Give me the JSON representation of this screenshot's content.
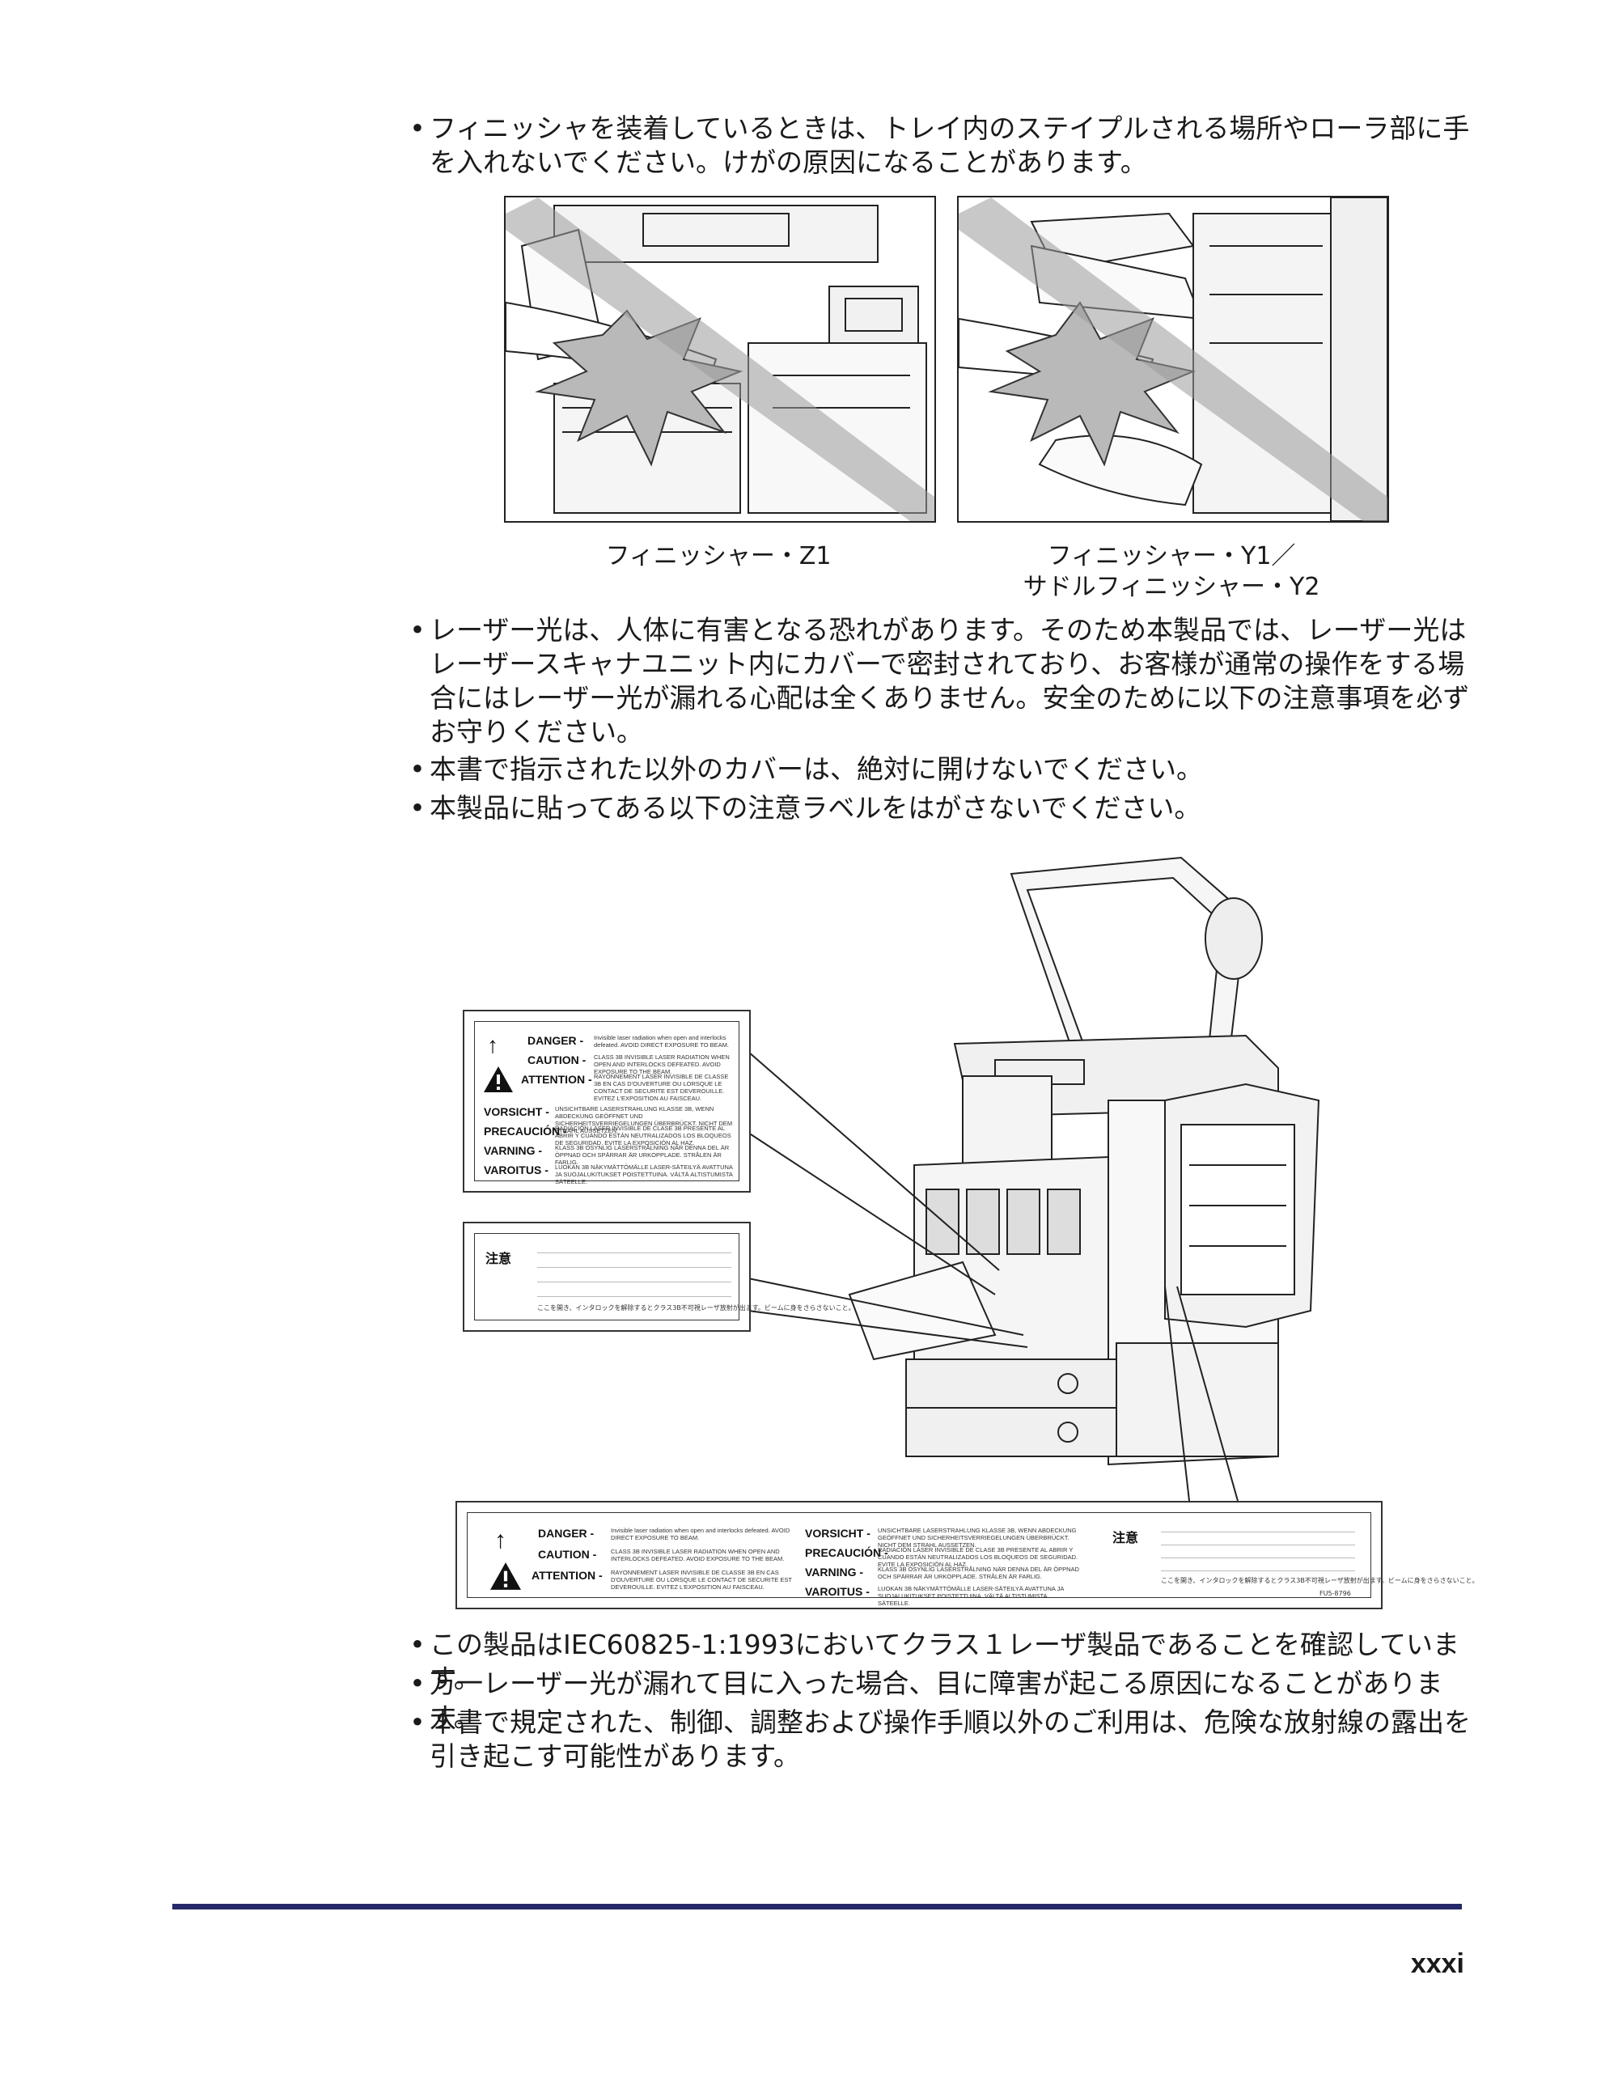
{
  "bullets_top": [
    "フィニッシャを装着しているときは、トレイ内のステイプルされる場所やローラ部に手を入れないでください。けがの原因になることがあります。"
  ],
  "figures": {
    "caption_left": "フィニッシャー・Z1",
    "caption_right_line1": "フィニッシャー・Y1／",
    "caption_right_line2": "サドルフィニッシャー・Y2"
  },
  "bullets_middle": [
    "レーザー光は、人体に有害となる恐れがあります。そのため本製品では、レーザー光はレーザースキャナユニット内にカバーで密封されており、お客様が通常の操作をする場合にはレーザー光が漏れる心配は全くありません。安全のために以下の注意事項を必ずお守りください。",
    "本書で指示された以外のカバーは、絶対に開けないでください。",
    "本製品に貼ってある以下の注意ラベルをはがさないでください。"
  ],
  "labels": {
    "danger": "DANGER -",
    "danger_text": "Invisible laser radiation when open and interlocks defeated. AVOID DIRECT EXPOSURE TO BEAM.",
    "caution": "CAUTION -",
    "caution_text": "CLASS 3B INVISIBLE LASER RADIATION WHEN OPEN AND INTERLOCKS DEFEATED. AVOID EXPOSURE TO THE BEAM.",
    "attention": "ATTENTION -",
    "attention_text": "RAYONNEMENT LASER INVISIBLE DE CLASSE 3B EN CAS D'OUVERTURE OU LORSQUE LE CONTACT DE SECURITE EST DEVEROUILLE. EVITEZ L'EXPOSITION AU FAISCEAU.",
    "vorsicht": "VORSICHT -",
    "vorsicht_text": "UNSICHTBARE LASERSTRAHLUNG KLASSE 3B, WENN ABDECKUNG GEÖFFNET UND SICHERHEITSVERRIEGELUNGEN ÜBERBRÜCKT. NICHT DEM STRAHL AUSSETZEN.",
    "precaucion": "PRECAUCIÓN -",
    "precaucion_text": "RADIACIÓN LÁSER INVISIBLE DE CLASE 3B PRESENTE AL ABRIR Y CUANDO ESTÁN NEUTRALIZADOS LOS BLOQUEOS DE SEGURIDAD. EVITE LA EXPOSICIÓN AL HAZ.",
    "varning": "VARNING -",
    "varning_text": "KLASS 3B OSYNLIG LASERSTRÅLNING NÄR DENNA DEL ÄR ÖPPNAD OCH SPÄRRAR ÄR URKOPPLADE. STRÅLEN ÄR FARLIG.",
    "varoitus": "VAROITUS -",
    "varoitus_text": "LUOKAN 3B NÄKYMÄTTÖMÄLLE LASER-SÄTEILYÄ AVATTUNA JA SUOJALUKITUKSET POISTETTUINA. VÄLTÄ ALTISTUMISTA SÄTEELLE.",
    "jp_label": "注意",
    "jp_text": "ここを開き、インタロックを解除するとクラス3B不可視レーザ放射が出ます。ビームに身をさらさないこと。",
    "code": "FU5-8796"
  },
  "bullets_bottom": [
    "この製品はIEC60825-1:1993においてクラス１レーザ製品であることを確認しています。",
    "万一レーザー光が漏れて目に入った場合、目に障害が起こる原因になることがあります。",
    "本書で規定された、制御、調整および操作手順以外のご利用は、危険な放射線の露出を引き起こす可能性があります。"
  ],
  "page_number": "xxxi"
}
